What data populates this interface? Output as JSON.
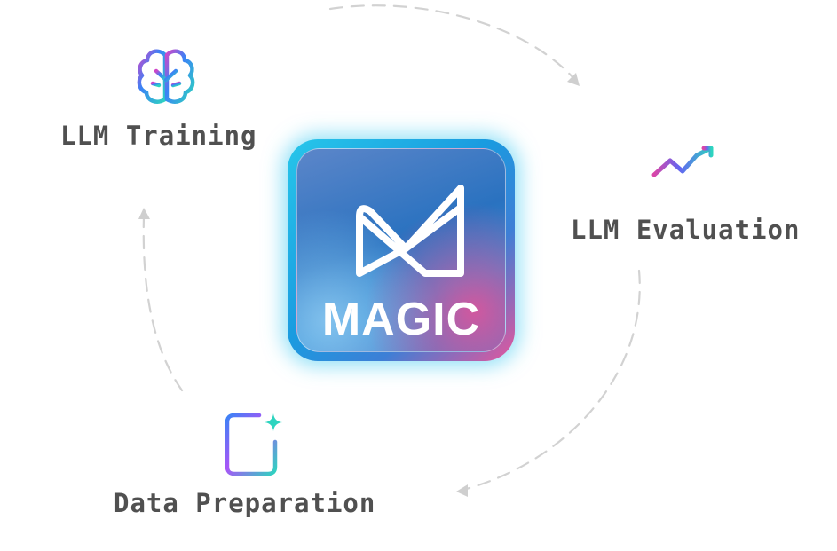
{
  "logo": {
    "text": "MAGIC"
  },
  "stages": {
    "training": {
      "label": "LLM Training",
      "icon": "brain-icon"
    },
    "evaluation": {
      "label": "LLM Evaluation",
      "icon": "chart-icon"
    },
    "preparation": {
      "label": "Data Preparation",
      "icon": "document-sparkle-icon"
    }
  },
  "colors": {
    "label": "#505050",
    "arrow": "#d2d2d2",
    "gradient_blue": "#3b82f6",
    "gradient_teal": "#2dd4bf",
    "gradient_pink": "#e040a0",
    "logo_glow": "#3cc8f0"
  }
}
